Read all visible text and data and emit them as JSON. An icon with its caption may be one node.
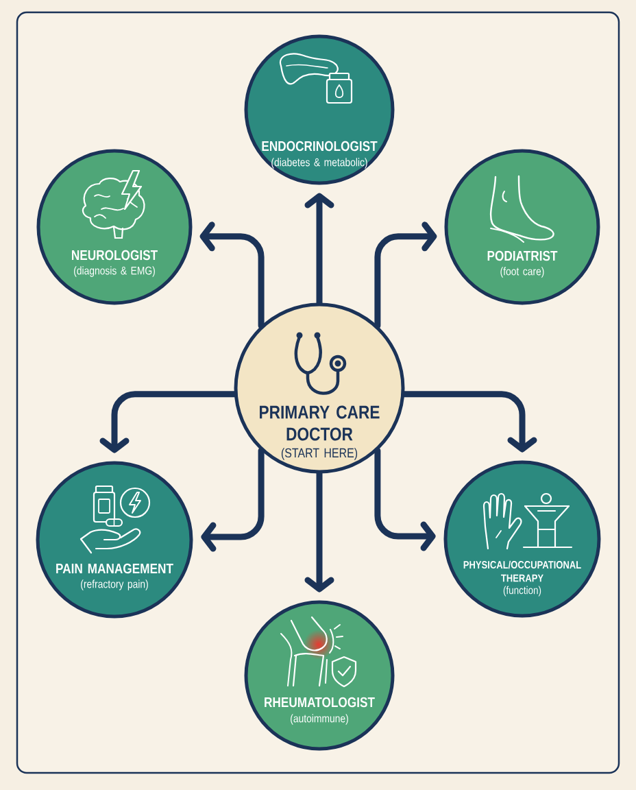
{
  "diagram": {
    "nodes": [
      {
        "text": [
          "ENDOCRINOLOGIST",
          "(diabetes & metabolic)"
        ]
      },
      {
        "text": [
          "NEUROLOGIST",
          "(diagnosis & EMG)"
        ]
      },
      {
        "text": [
          "PODIATRIST",
          "(foot care)"
        ]
      },
      {
        "text": [
          "PRIMARY CARE DOCTOR",
          "(START HERE)"
        ]
      },
      {
        "text": [
          "PAIN MANAGEMENT",
          "(refractory pain)"
        ]
      },
      {
        "text": [
          "PHYSICAL/OCCUPATIONAL THERAPY",
          "(function)"
        ]
      },
      {
        "text": [
          "RHEUMATOLOGIST",
          "(autoimmune)"
        ]
      }
    ],
    "edges": [
      {
        "from": 3,
        "to": 0,
        "arrow": "to"
      },
      {
        "from": 3,
        "to": 1,
        "arrow": "to"
      },
      {
        "from": 3,
        "to": 2,
        "arrow": "to"
      },
      {
        "from": 3,
        "to": 4,
        "arrow": "to"
      },
      {
        "from": 3,
        "to": 4,
        "arrow": "to"
      },
      {
        "from": 3,
        "to": 5,
        "arrow": "to"
      },
      {
        "from": 3,
        "to": 5,
        "arrow": "to"
      },
      {
        "from": 3,
        "to": 6,
        "arrow": "to"
      }
    ]
  }
}
